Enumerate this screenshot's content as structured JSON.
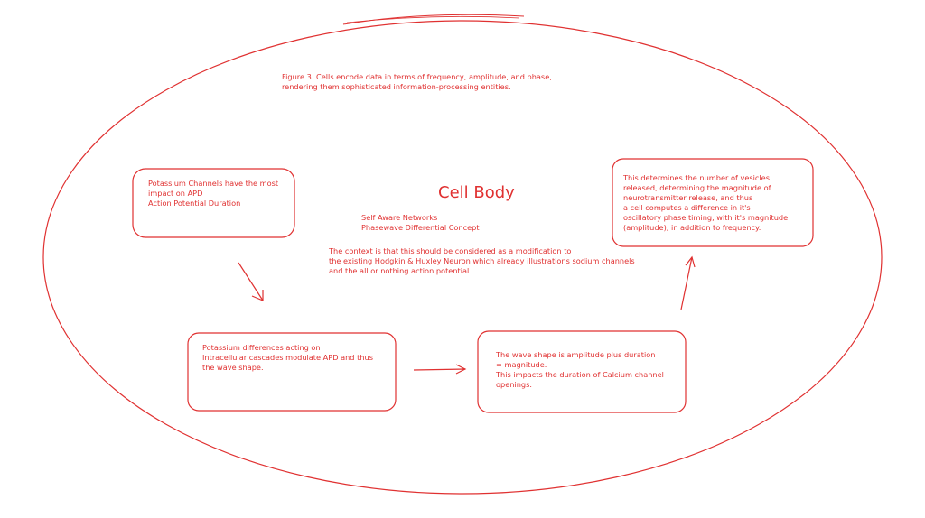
{
  "diagram": {
    "caption": "Figure 3. Cells encode data in terms of frequency, amplitude, and phase,\nrendering them sophisticated information-processing entities.",
    "title": "Cell Body",
    "subtitle": "Self Aware Networks\nPhasewave Differential Concept",
    "context_note": "The context is that this should be considered as a modification to\nthe existing Hodgkin & Huxley Neuron which already illustrations sodium channels\nand the all or nothing action potential.",
    "boxes": [
      {
        "text": "Potassium Channels have the most\nimpact on APD\nAction Potential Duration"
      },
      {
        "text": "Potassium differences acting on\nIntracellular cascades modulate APD and thus\nthe wave shape."
      },
      {
        "text": "The wave shape is amplitude plus duration\n= magnitude.\nThis impacts the duration of Calcium channel\nopenings."
      },
      {
        "text": "This determines the number of vesicles\nreleased, determining the magnitude of\nneurotransmitter release, and thus\na cell computes a difference in it's\noscillatory phase timing, with it's magnitude\n(amplitude), in addition to frequency."
      }
    ],
    "stroke_color": "#e03131"
  }
}
